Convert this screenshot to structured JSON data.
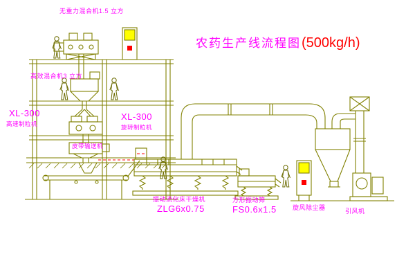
{
  "title": {
    "main": "农药生产线流程图",
    "capacity": "(500kg/h)"
  },
  "labels": {
    "top_mixer": "无重力混合机1.5 立方",
    "floor2_mixer": "高效混合机3 立方",
    "xl300_left_model": "XL-300",
    "xl300_left_name": "高速制粒机",
    "xl300_center_model": "XL-300",
    "xl300_center_name": "旋转制粒机",
    "belt_conveyor": "皮带输送机",
    "dryer_name": "振动流化床干燥机",
    "dryer_model": "ZLG6x0.75",
    "screen_name": "方形振动筛",
    "screen_model": "FS0.6x1.5",
    "cyclone": "旋风除尘器",
    "fan": "引风机"
  },
  "colors": {
    "equipment_line": "#808000",
    "label_magenta": "#FF00FF",
    "title_red": "#FF0000",
    "cabinet_yellow": "#FFFF00",
    "status_red": "#FF0000",
    "background": "#FFFFFF"
  }
}
